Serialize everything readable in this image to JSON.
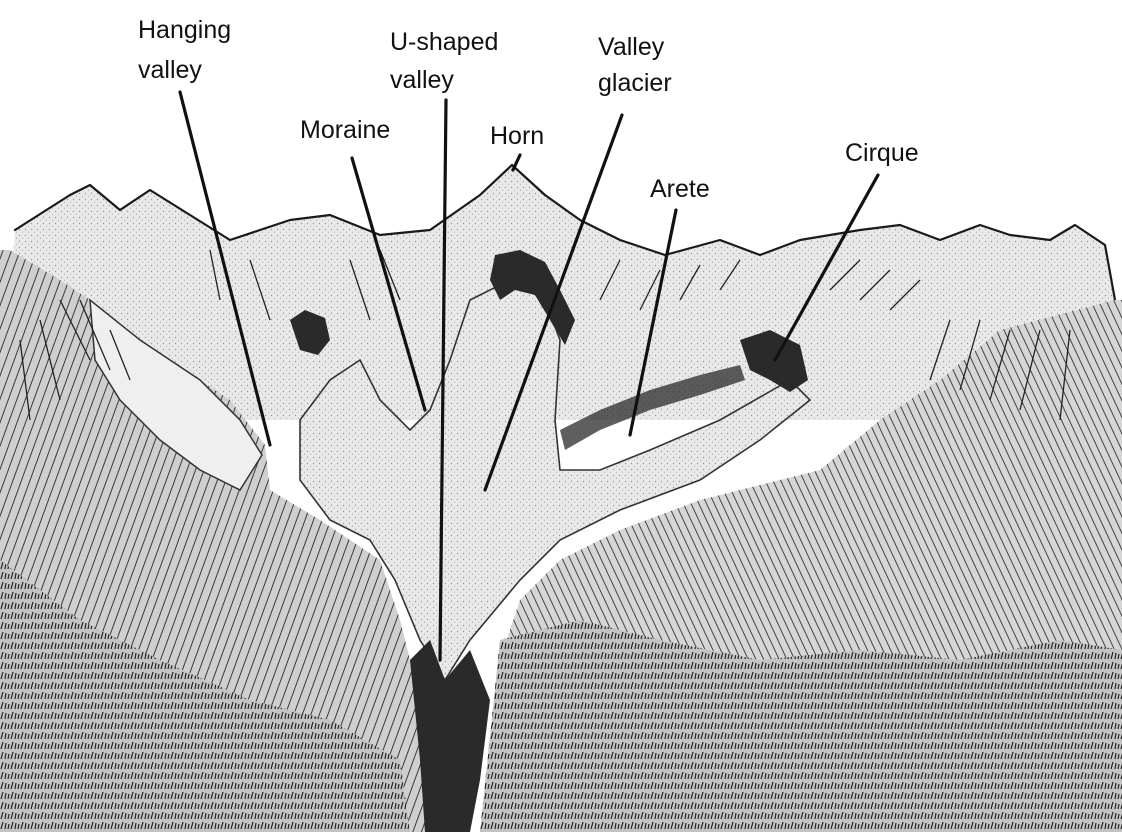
{
  "labels": {
    "hanging_valley": [
      "Hanging",
      "valley"
    ],
    "u_shaped_valley": [
      "U-shaped",
      "valley"
    ],
    "valley_glacier": [
      "Valley",
      "glacier"
    ],
    "moraine": "Moraine",
    "horn": "Horn",
    "arete": "Arete",
    "cirque": "Cirque"
  }
}
